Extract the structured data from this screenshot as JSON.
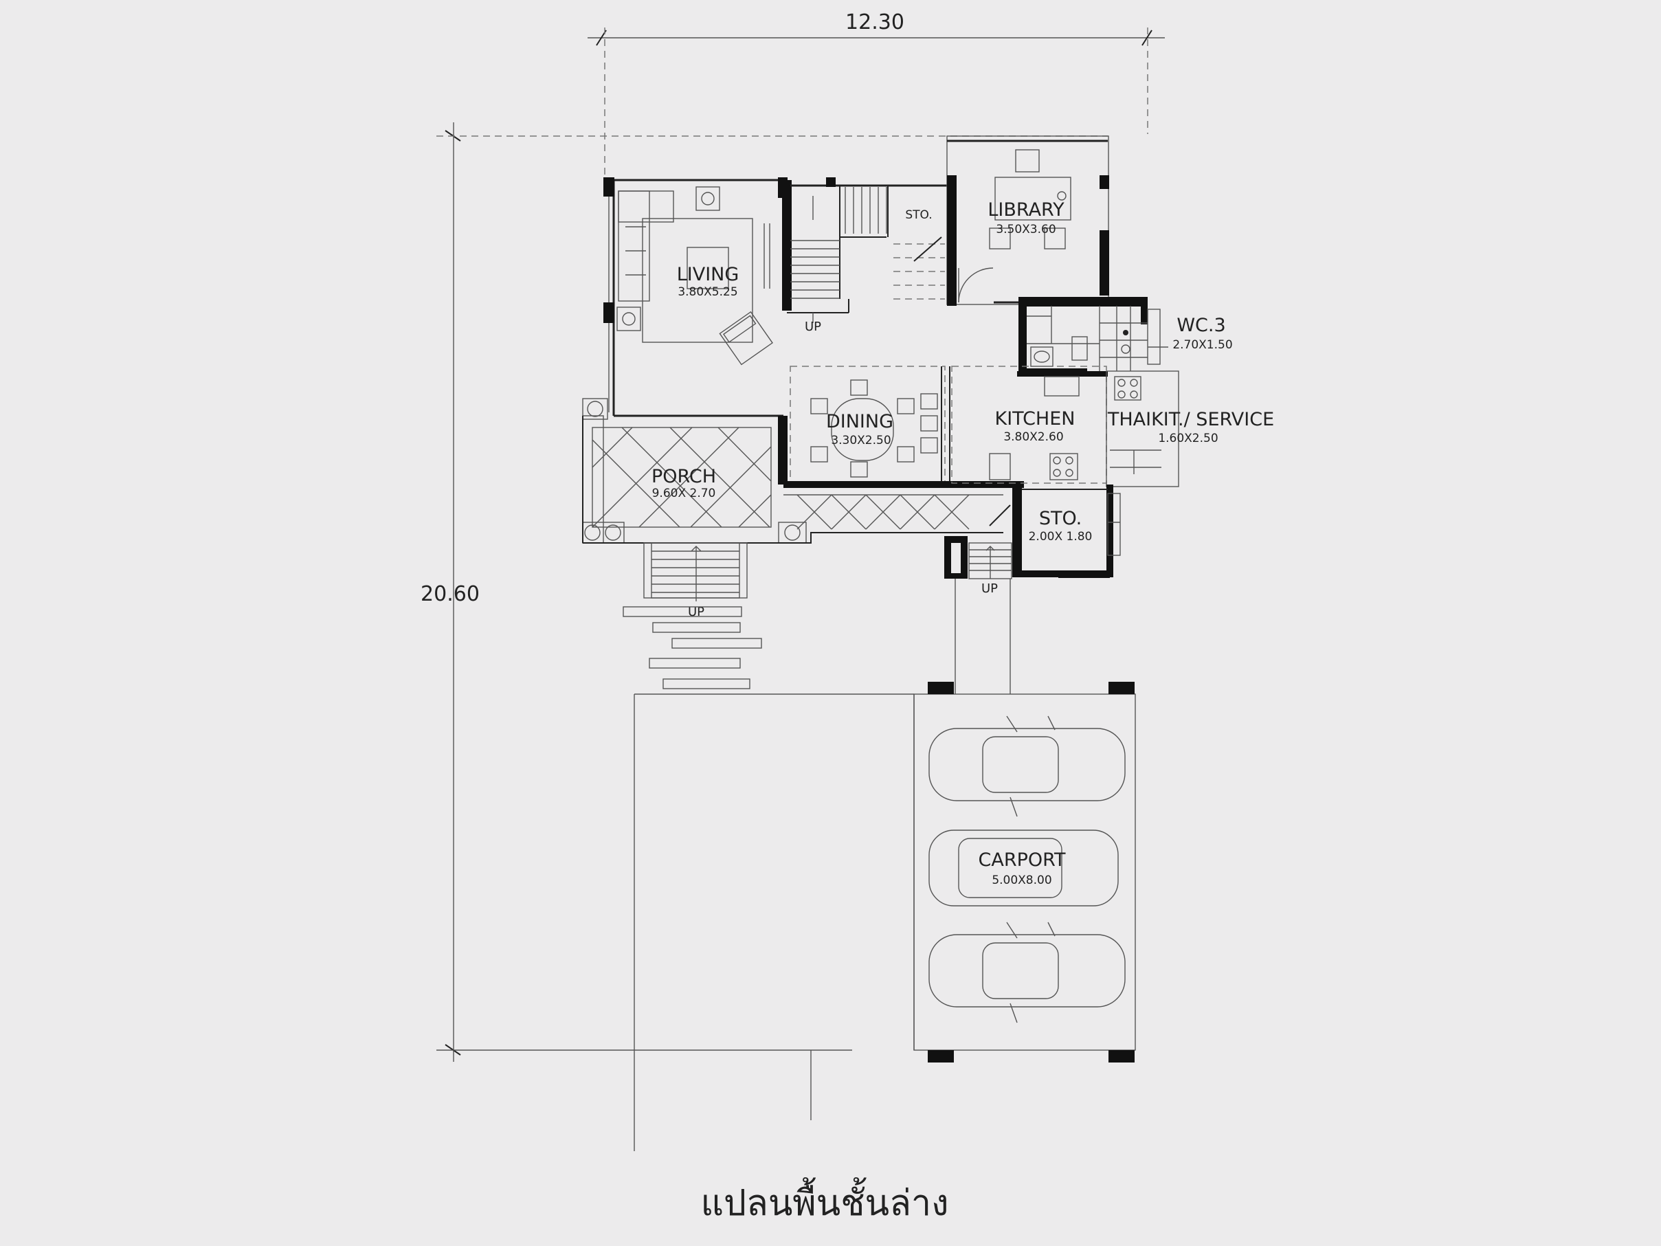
{
  "dimensions": {
    "width": "12.30",
    "depth": "20.60"
  },
  "rooms": {
    "living": {
      "name": "LIVING",
      "size": "3.80X5.25"
    },
    "library": {
      "name": "LIBRARY",
      "size": "3.50X3.60"
    },
    "storage_upper": {
      "name": "STO."
    },
    "wc": {
      "name": "WC.3",
      "size": "2.70X1.50"
    },
    "dining": {
      "name": "DINING",
      "size": "3.30X2.50"
    },
    "kitchen": {
      "name": "KITCHEN",
      "size": "3.80X2.60"
    },
    "thai_kitchen": {
      "name": "THAIKIT./ SERVICE",
      "size": "1.60X2.50"
    },
    "porch": {
      "name": "PORCH",
      "size": "9.60X 2.70"
    },
    "storage": {
      "name": "STO.",
      "size": "2.00X 1.80"
    },
    "carport": {
      "name": "CARPORT",
      "size": "5.00X8.00"
    }
  },
  "stair_labels": {
    "main": "UP",
    "porch": "UP",
    "side": "UP"
  },
  "plan_title": "แปลนพื้นชั้นล่าง"
}
